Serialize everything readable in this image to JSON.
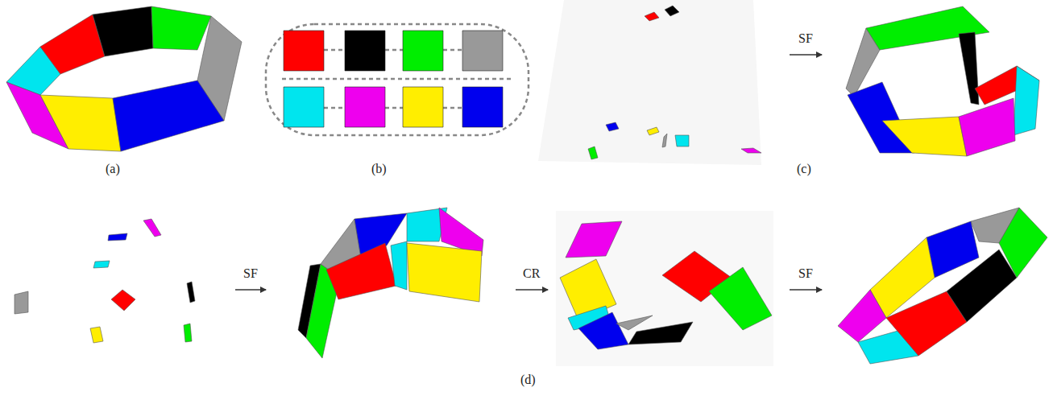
{
  "diagram": {
    "labels": [
      "SF",
      "(a)",
      "(b)",
      "(c)",
      "SF",
      "CR",
      "SF",
      "(d)"
    ]
  }
}
